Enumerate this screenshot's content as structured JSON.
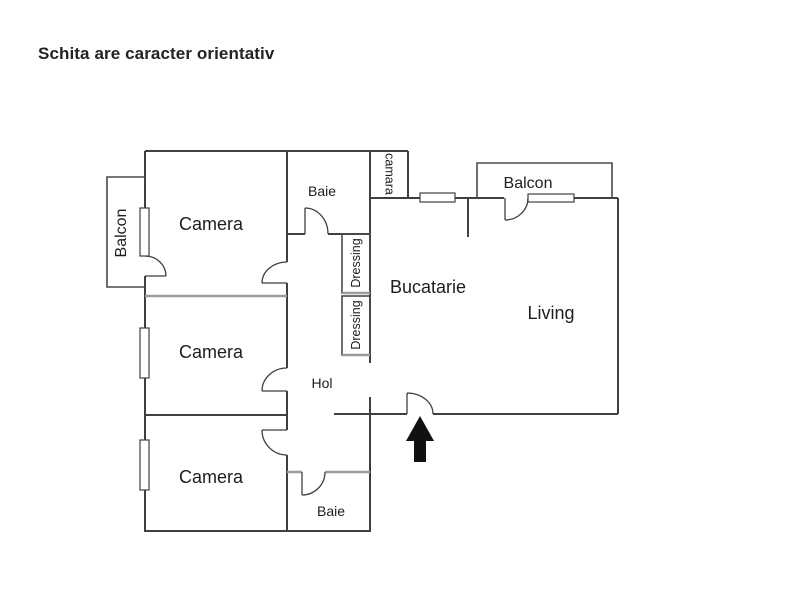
{
  "title": "Schita are caracter orientativ",
  "colors": {
    "background": "#ffffff",
    "wall_dark": "#3f3f3f",
    "wall_light": "#9b9b9b",
    "arrow": "#111111",
    "text": "#1d1d1d"
  },
  "rooms": {
    "camera1": {
      "label": "Camera"
    },
    "camera2": {
      "label": "Camera"
    },
    "camera3": {
      "label": "Camera"
    },
    "baie_top": {
      "label": "Baie"
    },
    "baie_bottom": {
      "label": "Baie"
    },
    "balcon_left": {
      "label": "Balcon"
    },
    "balcon_right": {
      "label": "Balcon"
    },
    "camara": {
      "label": "camara"
    },
    "dressing_top": {
      "label": "Dressing"
    },
    "dressing_bottom": {
      "label": "Dressing"
    },
    "bucatarie": {
      "label": "Bucatarie"
    },
    "living": {
      "label": "Living"
    },
    "hol": {
      "label": "Hol"
    }
  }
}
